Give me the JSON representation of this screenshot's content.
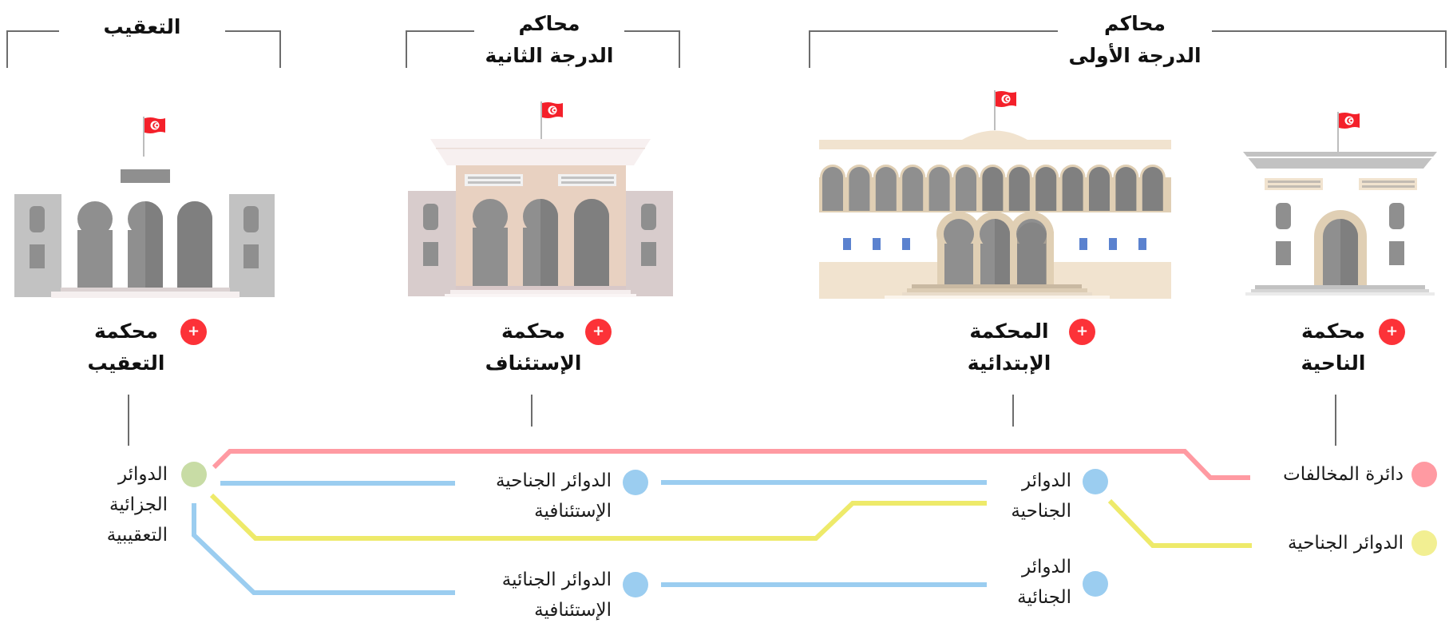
{
  "groups": [
    {
      "id": "cassation",
      "title_line1": "التعقيب",
      "title_line2": ""
    },
    {
      "id": "second_degree",
      "title_line1": "محاكم",
      "title_line2": "الدرجة الثانية"
    },
    {
      "id": "first_degree",
      "title_line1": "محاكم",
      "title_line2": "الدرجة الأولى"
    }
  ],
  "courts": [
    {
      "id": "cassation_court",
      "line1": "محكمة",
      "line2": "التعقيب",
      "plus": "+"
    },
    {
      "id": "appeal_court",
      "line1": "محكمة",
      "line2": "الإستئناف",
      "plus": "+"
    },
    {
      "id": "first_instance_court",
      "line1": "المحكمة",
      "line2": "الإبتدائية",
      "plus": "+"
    },
    {
      "id": "district_court",
      "line1": "محكمة",
      "line2": "الناحية",
      "plus": "+"
    }
  ],
  "chambers": [
    {
      "id": "cassation_criminal",
      "line1": "الدوائر",
      "line2": "الجزائية",
      "line3": "التعقيبية",
      "color": "#c8dca5"
    },
    {
      "id": "appeal_misdemeanor",
      "line1": "الدوائر الجناحية",
      "line2": "الإستئنافية",
      "line3": "",
      "color": "#9bcdf0"
    },
    {
      "id": "appeal_felony",
      "line1": "الدوائر الجنائية",
      "line2": "الإستئنافية",
      "line3": "",
      "color": "#9bcdf0"
    },
    {
      "id": "first_misdemeanor",
      "line1": "الدوائر",
      "line2": "الجناحية",
      "line3": "",
      "color": "#9bcdf0"
    },
    {
      "id": "first_felony",
      "line1": "الدوائر",
      "line2": "الجنائية",
      "line3": "",
      "color": "#9bcdf0"
    },
    {
      "id": "district_violations",
      "line1": "دائرة المخالفات",
      "line2": "",
      "line3": "",
      "color": "#ff9aa2"
    },
    {
      "id": "district_misdemeanor",
      "line1": "الدوائر الجناحية",
      "line2": "",
      "line3": "",
      "color": "#f2ef92"
    }
  ],
  "colors": {
    "pink_route": "#ff9aa2",
    "blue_route": "#9bcdf0",
    "yellow_route": "#eeea6a",
    "accent_red": "#fc3238",
    "flag_red": "#f4202a"
  }
}
